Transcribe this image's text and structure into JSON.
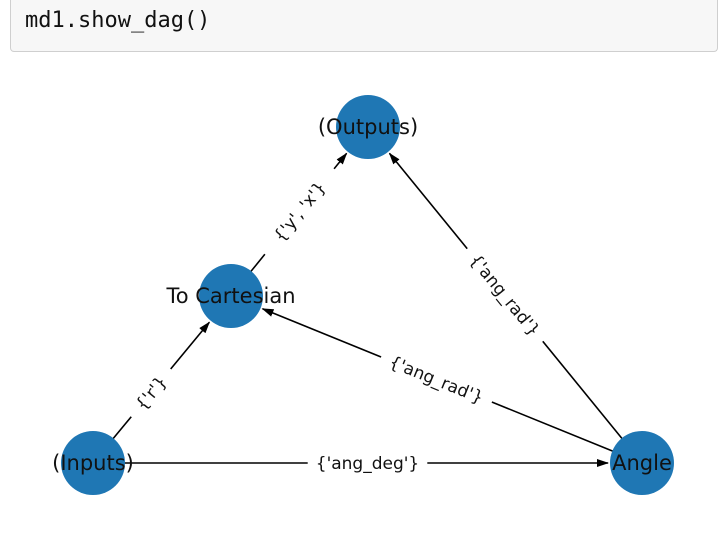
{
  "code_cell": {
    "code": "md1.show_dag()"
  },
  "diagram": {
    "colors": {
      "node": "#1f77b4",
      "edge": "#000000",
      "label_bg": "#ffffff",
      "code_bg": "#f7f7f7",
      "code_border": "#cfcfcf"
    },
    "nodes": [
      {
        "id": "inputs",
        "label": "(Inputs)"
      },
      {
        "id": "to_cartesian",
        "label": "To Cartesian"
      },
      {
        "id": "outputs",
        "label": "(Outputs)"
      },
      {
        "id": "angle",
        "label": "Angle"
      }
    ],
    "edges": [
      {
        "id": "inputs-to-cartesian",
        "from": "inputs",
        "to": "to_cartesian",
        "label": "{'r'}"
      },
      {
        "id": "cartesian-to-outputs",
        "from": "to_cartesian",
        "to": "outputs",
        "label": "{'y', 'x'}"
      },
      {
        "id": "inputs-to-angle",
        "from": "inputs",
        "to": "angle",
        "label": "{'ang_deg'}"
      },
      {
        "id": "angle-to-cartesian",
        "from": "angle",
        "to": "to_cartesian",
        "label": "{'ang_rad'}"
      },
      {
        "id": "angle-to-outputs",
        "from": "angle",
        "to": "outputs",
        "label": "{'ang_rad'}"
      }
    ]
  }
}
